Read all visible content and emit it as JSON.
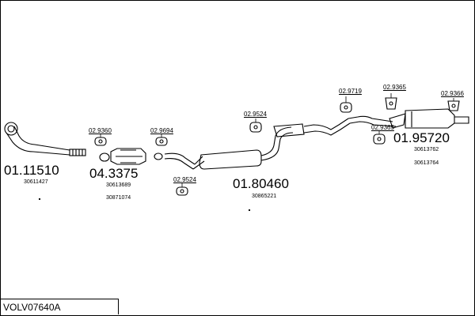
{
  "model_code": "VOLV07640A",
  "parts": {
    "front_pipe": {
      "number": "01.11510",
      "ref": "30611427"
    },
    "catalyst": {
      "number": "04.3375",
      "refs": [
        "30613689",
        "30871074"
      ]
    },
    "middle_silencer": {
      "number": "01.80460",
      "ref": "30865221"
    },
    "rear_silencer": {
      "number": "01.95720",
      "refs": [
        "30613762",
        "30613764"
      ]
    }
  },
  "hangers": {
    "h1": "02.9360",
    "h2": "02.9694",
    "h3": "02.9524",
    "h4": "02.9524",
    "h5": "02.9719",
    "h6": "02.9365",
    "h7": "02.9366",
    "h8": "02.9365"
  }
}
